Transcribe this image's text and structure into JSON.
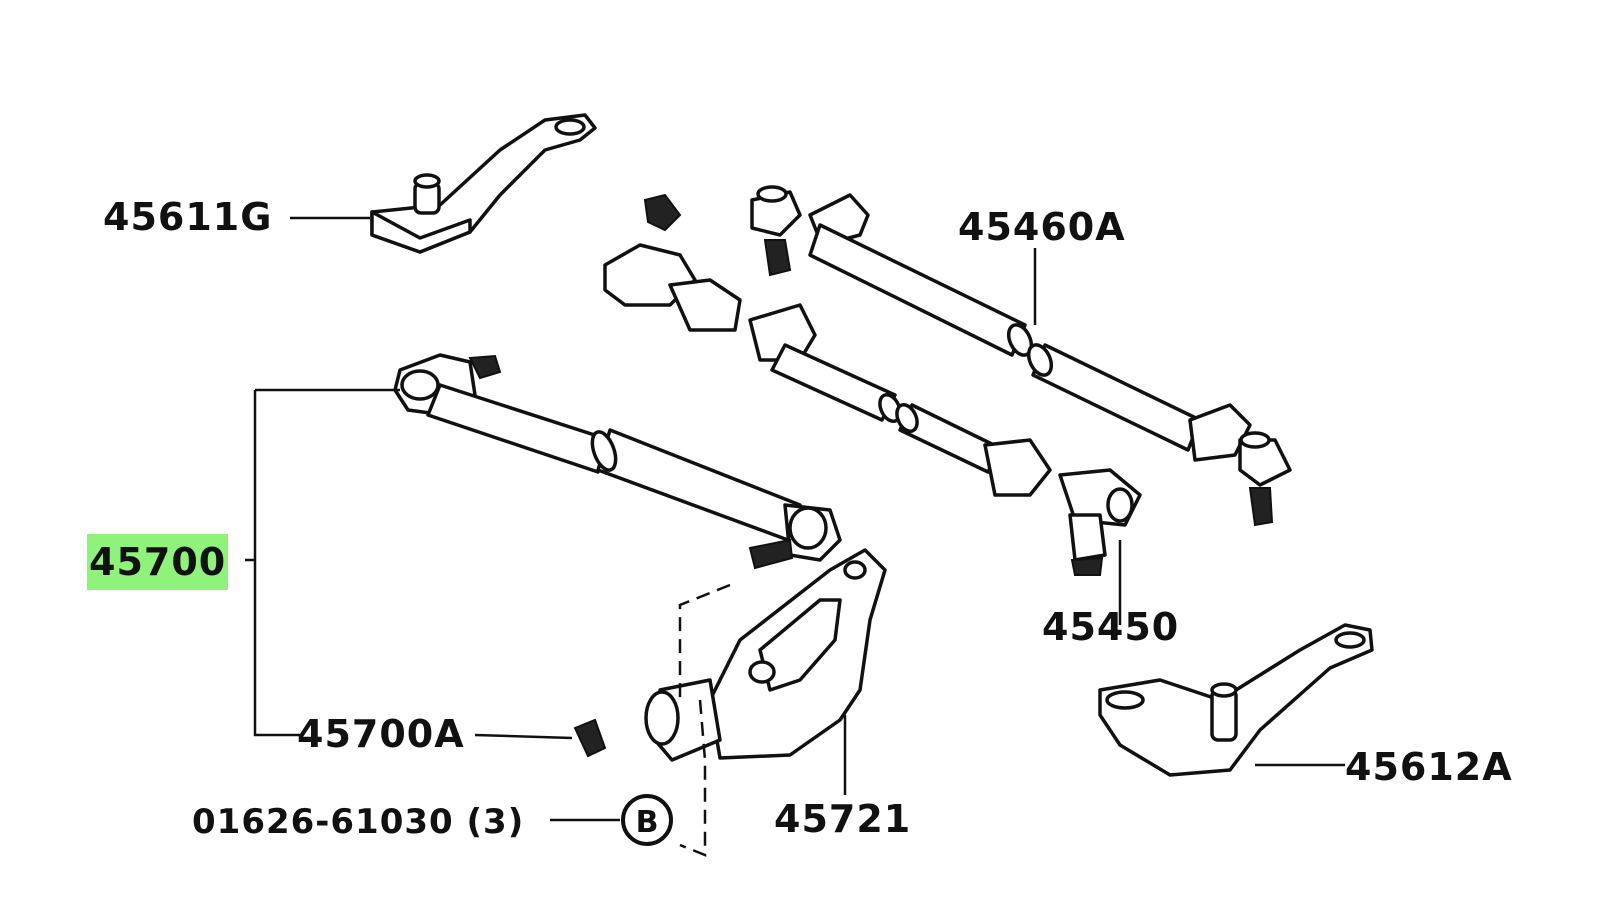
{
  "labels": {
    "p45611G": "45611G",
    "p45460A": "45460A",
    "p45700": "45700",
    "p45450": "45450",
    "p45700A": "45700A",
    "p45612A": "45612A",
    "p45721": "45721",
    "bolt": "01626-61030 (3)",
    "bolt_marker": "B"
  },
  "colors": {
    "highlight": "#8ff27a",
    "ink": "#111111"
  },
  "highlighted_part": "45700"
}
